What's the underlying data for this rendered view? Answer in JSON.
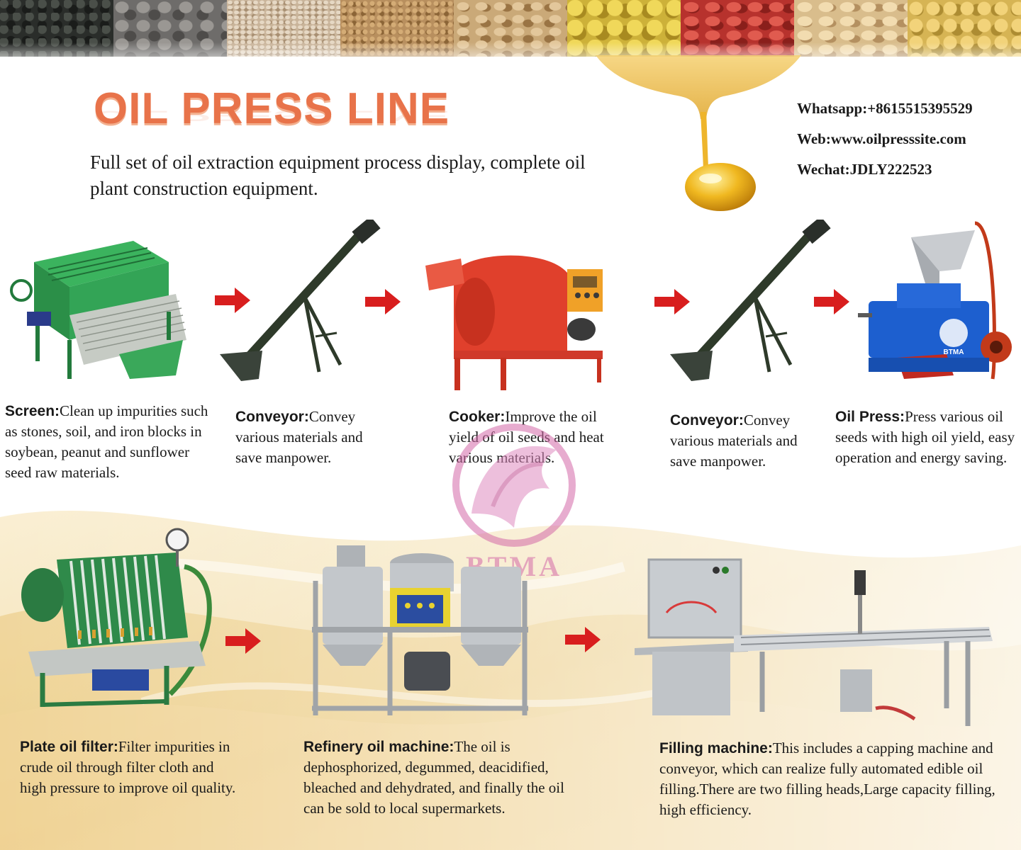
{
  "header": {
    "title": "OIL PRESS LINE",
    "subtitle": "Full set of oil extraction equipment process display, complete oil plant construction equipment."
  },
  "contacts": {
    "whatsapp": "Whatsapp:+8615515395529",
    "web": "Web:www.oilpresssite.com",
    "wechat": "Wechat:JDLY222523"
  },
  "watermark": {
    "brand": "BTMA"
  },
  "machine_badge": {
    "brand": "BTMA"
  },
  "steps": [
    {
      "name": "Screen:",
      "desc": "Clean up impurities such as stones, soil, and iron blocks in soybean, peanut and sunflower seed raw materials."
    },
    {
      "name": "Conveyor:",
      "desc": "Convey various materials and save manpower."
    },
    {
      "name": "Cooker:",
      "desc": "Improve the oil yield of oil seeds and heat various materials."
    },
    {
      "name": "Conveyor:",
      "desc": "Convey various materials and save manpower."
    },
    {
      "name": "Oil Press:",
      "desc": "Press various oil seeds with high oil yield, easy operation and energy saving."
    },
    {
      "name": "Plate oil filter:",
      "desc": "Filter impurities in crude oil through filter cloth and high pressure to improve oil quality."
    },
    {
      "name": "Refinery oil machine:",
      "desc": "The oil is dephosphorized, degummed, deacidified, bleached and dehydrated, and finally the oil can be sold to local supermarkets."
    },
    {
      "name": "Filling machine:",
      "desc": "This includes a capping machine and conveyor, which can realize fully automated edible oil filling.There are two filling heads,Large capacity filling, high efficiency."
    }
  ],
  "colors": {
    "title": "#e8734a",
    "arrow": "#d81e1e",
    "screen_green": "#2e9b4e",
    "cooker_red": "#e0402c",
    "press_blue": "#1d5fcf",
    "filter_green": "#2f8a4a",
    "steel": "#b9bcc0"
  }
}
